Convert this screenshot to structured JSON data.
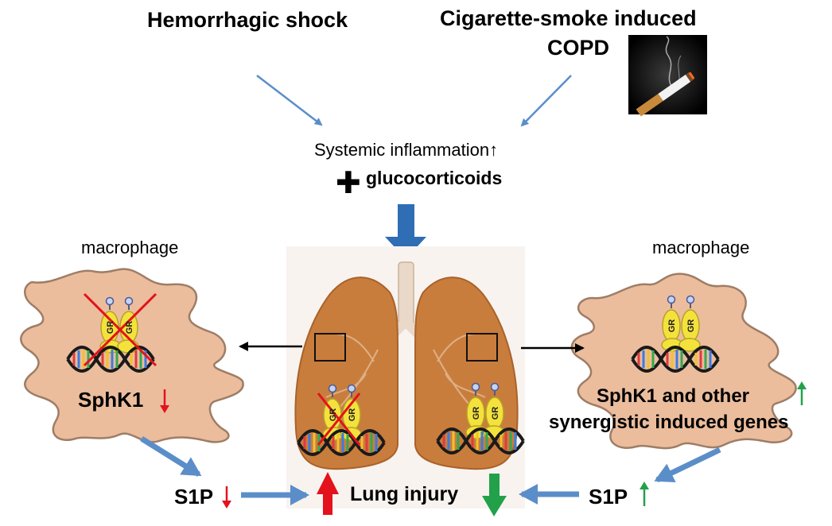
{
  "inputs": {
    "left": "Hemorrhagic shock",
    "right_line1": "Cigarette-smoke induced",
    "right_line2": "COPD"
  },
  "center": {
    "inflammation": "Systemic inflammation↑",
    "plus": "✚",
    "glucocorticoids": "glucocorticoids"
  },
  "left_cell": {
    "label": "macrophage",
    "gene": "SphK1",
    "receptor_label": "GR",
    "state": "blocked"
  },
  "right_cell": {
    "label": "macrophage",
    "gene_line1": "SphK1 and other",
    "gene_line2": "synergistic induced genes",
    "receptor_label": "GR",
    "state": "active"
  },
  "outputs": {
    "s1p_left": "S1P",
    "s1p_right": "S1P",
    "lung": "Lung injury"
  },
  "colors": {
    "up_green": "#22a14a",
    "down_red": "#e3121c",
    "flow_blue": "#5b8ec9",
    "big_blue": "#2f6db5",
    "cell_fill": "#ebbd9d",
    "lung_fill": "#c97d3c",
    "gr_yellow": "#f4e23c"
  },
  "icons": {
    "cigarette": "cigarette-smoke-photo",
    "dna": "dna-helix-icon",
    "glucocorticoid_receptor": "gr-dimer-icon",
    "block": "red-x-icon"
  }
}
